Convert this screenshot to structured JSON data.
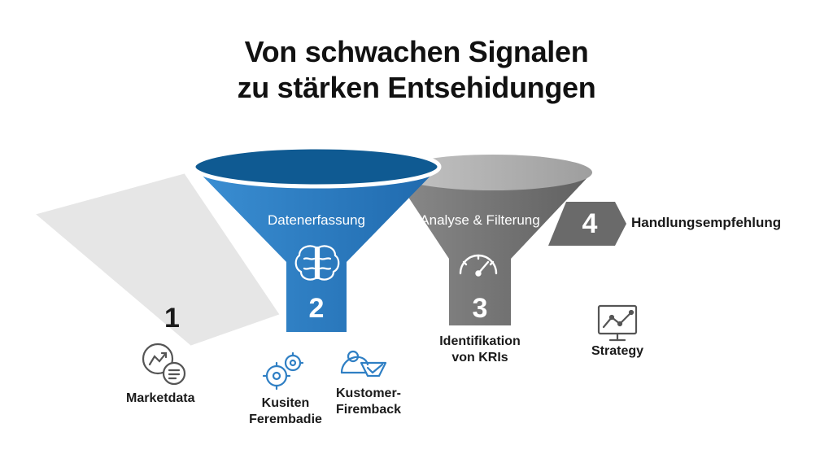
{
  "title": {
    "line1": "Von schwachen Signalen",
    "line2": "zu stärken Entsehidungen"
  },
  "colors": {
    "blue": "#2f7fc4",
    "blue_dark": "#0f5a92",
    "gray": "#7b7b7b",
    "gray_light": "#e6e6e6",
    "text": "#111111"
  },
  "stages": [
    {
      "number": "1",
      "icon": "market-data-icon",
      "caption": "Marketdata"
    },
    {
      "number": "2",
      "label": "Datenerfassung",
      "icon": "brain-icon",
      "sources": [
        {
          "icon": "gears-network-icon",
          "line1": "Kusiten",
          "line2": "Ferembadie"
        },
        {
          "icon": "customer-feedback-icon",
          "line1": "Kustomer-",
          "line2": "Firemback"
        }
      ]
    },
    {
      "number": "3",
      "label": "Analyse & Filterung",
      "icon": "gauge-icon",
      "caption_line1": "Identifikation",
      "caption_line2": "von KRIs"
    },
    {
      "number": "4",
      "label": "Handlungsempfehlung",
      "icon": "strategy-chart-icon",
      "caption": "Strategy"
    }
  ]
}
